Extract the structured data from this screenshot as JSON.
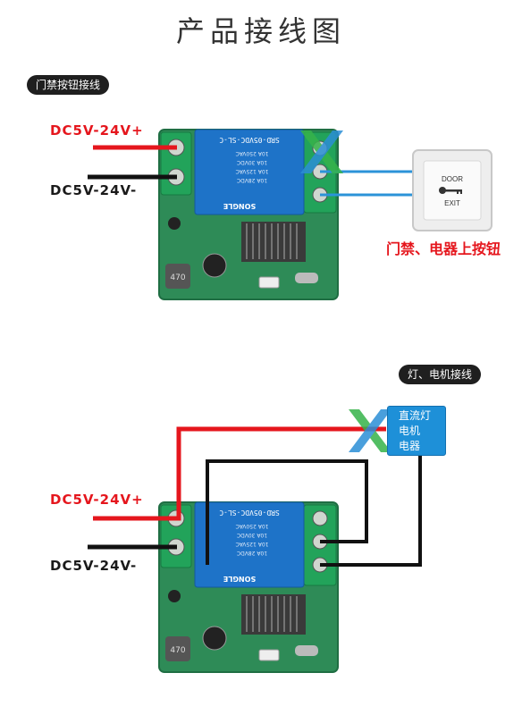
{
  "page": {
    "title": "产品接线图"
  },
  "diagram1": {
    "tag": "门禁按钮接线",
    "power_positive": "DC5V-24V+",
    "power_negative": "DC5V-24V-",
    "device_caption": "门禁、电器上按钮",
    "door_button": {
      "line1": "DOOR",
      "line2": "EXIT"
    }
  },
  "diagram2": {
    "tag": "灯、电机接线",
    "power_positive": "DC5V-24V+",
    "power_negative": "DC5V-24V-",
    "load_box": {
      "line1": "直流灯",
      "line2": "电机",
      "line3": "电器"
    }
  },
  "relay_board": {
    "relay_text": "SRD-05VDC-SL-C",
    "ratings": [
      "10A 250VAC",
      "10A 30VDC",
      "10A 125VAC",
      "10A 28VDC"
    ],
    "brand": "SONGLE",
    "inductor": "470"
  },
  "colors": {
    "wire_red": "#e5161d",
    "wire_black": "#111111",
    "wire_blue": "#2b93d8",
    "relay_blue": "#1e73c8",
    "pcb_green": "#2e8b57",
    "terminal_green": "#22a35a",
    "load_box_blue": "#1e90d8"
  }
}
